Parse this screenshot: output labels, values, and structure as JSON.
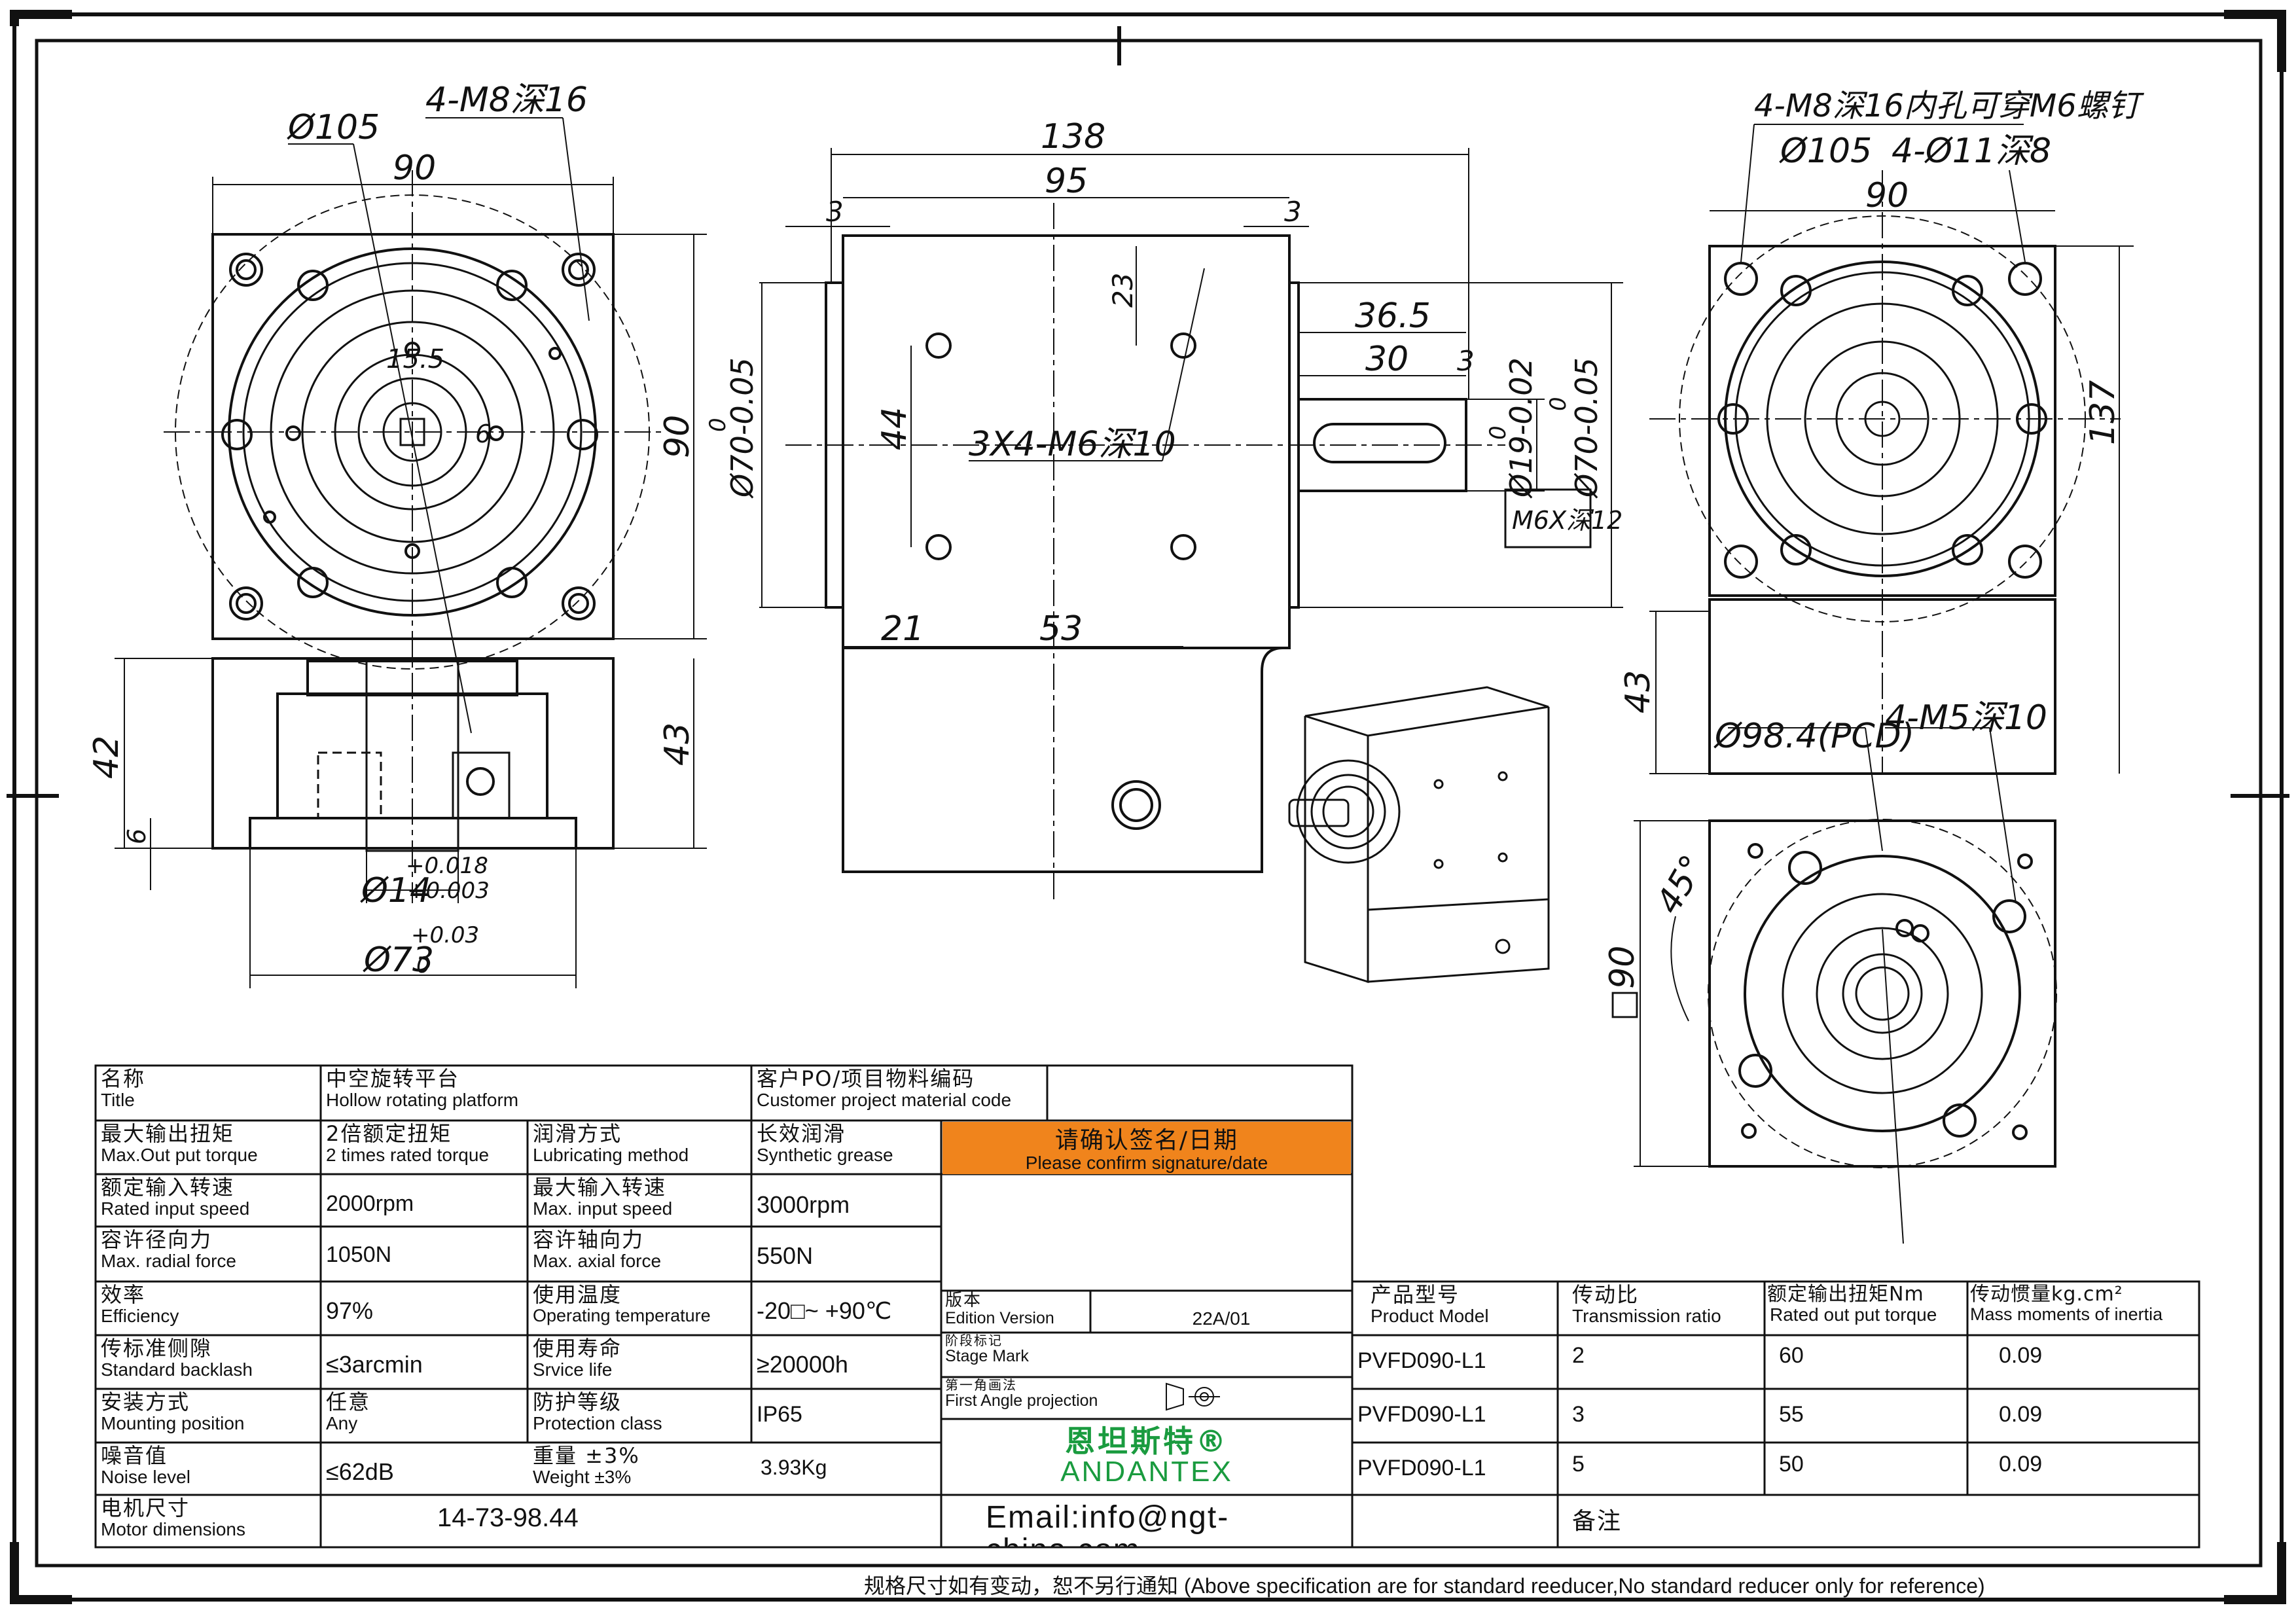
{
  "drawing": {
    "front_view": {
      "dims": [
        "Ø105",
        "4-M8深16",
        "90",
        "15.5",
        "6",
        "90",
        "42",
        "6",
        "43",
        "Ø14",
        "+0.018",
        "+0.003",
        "Ø73",
        "+0.03",
        "0"
      ]
    },
    "side_view": {
      "dims": [
        "138",
        "95",
        "3",
        "3",
        "23",
        "36.5",
        "30",
        "3",
        "44",
        "3X4-M6深10",
        "0",
        "Ø70-0.05",
        "0",
        "Ø19-0.02",
        "0",
        "Ø70-0.05",
        "M6X深12",
        "21",
        "53"
      ]
    },
    "right_view": {
      "dims": [
        "4-M8深16内孔可穿M6螺钉",
        "Ø105",
        "4-Ø11深8",
        "90",
        "137",
        "43",
        "Ø98.4(PCD)",
        "4-M5深10",
        "45°",
        "□90"
      ]
    }
  },
  "title_block": {
    "title": {
      "zh": "名称",
      "en": "Title",
      "value_zh": "中空旋转平台",
      "value_en": "Hollow rotating platform"
    },
    "customer": {
      "zh": "客户PO/项目物料编码",
      "en": "Customer project material code"
    },
    "max_torque": {
      "zh": "最大输出扭矩",
      "en": "Max.Out put torque",
      "value_zh": "2倍额定扭矩",
      "value_en": "2 times rated torque"
    },
    "lubrication": {
      "zh": "润滑方式",
      "en": "Lubricating method",
      "value_zh": "长效润滑",
      "value_en": "Synthetic grease"
    },
    "confirm": {
      "zh": "请确认签名/日期",
      "en": "Please confirm signature/date"
    },
    "rated_speed": {
      "zh": "额定输入转速",
      "en": "Rated input speed",
      "value": "2000rpm"
    },
    "max_speed": {
      "zh": "最大输入转速",
      "en": "Max. input speed",
      "value": "3000rpm"
    },
    "radial": {
      "zh": "容许径向力",
      "en": "Max. radial force",
      "value": "1050N"
    },
    "axial": {
      "zh": "容许轴向力",
      "en": "Max. axial force",
      "value": "550N"
    },
    "efficiency": {
      "zh": "效率",
      "en": "Efficiency",
      "value": "97%"
    },
    "temperature": {
      "zh": "使用温度",
      "en": "Operating temperature",
      "value": "-20□~ +90℃"
    },
    "backlash": {
      "zh": "传标准侧隙",
      "en": "Standard backlash",
      "value": "≤3arcmin"
    },
    "life": {
      "zh": "使用寿命",
      "en": "Srvice life",
      "value": "≥20000h"
    },
    "mounting": {
      "zh": "安装方式",
      "en": "Mounting position",
      "value_zh": "任意",
      "value_en": "Any"
    },
    "protection": {
      "zh": "防护等级",
      "en": "Protection class",
      "value": "IP65"
    },
    "noise": {
      "zh": "噪音值",
      "en": "Noise level",
      "value": "≤62dB"
    },
    "weight": {
      "zh": "重量 ±3%",
      "en": "Weight ±3%",
      "value": "3.93Kg"
    },
    "motor": {
      "zh": "电机尺寸",
      "en": "Motor dimensions",
      "value": "14-73-98.44"
    },
    "edition": {
      "zh": "版本",
      "en": "Edition Version",
      "value": "22A/01"
    },
    "stage": {
      "zh": "阶段标记",
      "en": "Stage Mark"
    },
    "projection": {
      "zh": "第一角画法",
      "en": "First Angle projection"
    },
    "brand": {
      "zh": "恩坦斯特®",
      "en": "ANDANTEX"
    },
    "email": "Email:info@ngt-china.com",
    "remarks": "备注",
    "model_table": {
      "headers": [
        {
          "zh": "产品型号",
          "en": "Product Model"
        },
        {
          "zh": "传动比",
          "en": "Transmission ratio"
        },
        {
          "zh": "额定输出扭矩Nm",
          "en": "Rated out put torque"
        },
        {
          "zh": "传动惯量kg.cm²",
          "en": "Mass moments of inertia"
        }
      ],
      "rows": [
        {
          "model": "PVFD090-L1",
          "ratio": "2",
          "torque": "60",
          "inertia": "0.09"
        },
        {
          "model": "PVFD090-L1",
          "ratio": "3",
          "torque": "55",
          "inertia": "0.09"
        },
        {
          "model": "PVFD090-L1",
          "ratio": "5",
          "torque": "50",
          "inertia": "0.09"
        }
      ]
    }
  },
  "footer": "规格尺寸如有变动，恕不另行通知 (Above specification are for standard reeducer,No standard reducer only for reference)"
}
